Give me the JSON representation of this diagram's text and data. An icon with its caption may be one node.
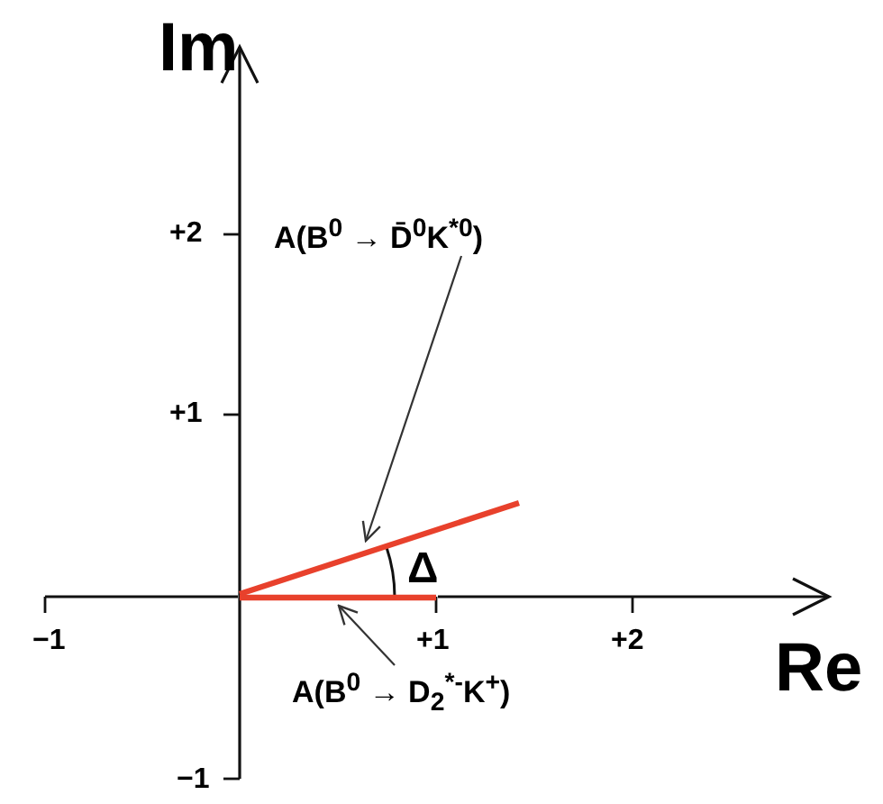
{
  "diagram": {
    "nodes": [
      {
        "text": [
          "A(B$^{0}$ → D̄$^{0}$K$^{*0}$)"
        ]
      },
      {
        "text": [],
        "shape": "line"
      },
      {
        "text": [
          "A(B$^{0}$ → D$_{2}$$^{*-}$K$^{+}$)"
        ]
      },
      {
        "text": [],
        "shape": "line"
      }
    ],
    "edges": [
      {
        "from": 0,
        "to": 1,
        "arrow": "to"
      },
      {
        "from": 2,
        "to": 3,
        "arrow": "to"
      }
    ],
    "labels": [
      "Im",
      "+2",
      "+1",
      "Δ",
      "−1",
      "+1",
      "+2",
      "Re",
      "−1"
    ]
  }
}
